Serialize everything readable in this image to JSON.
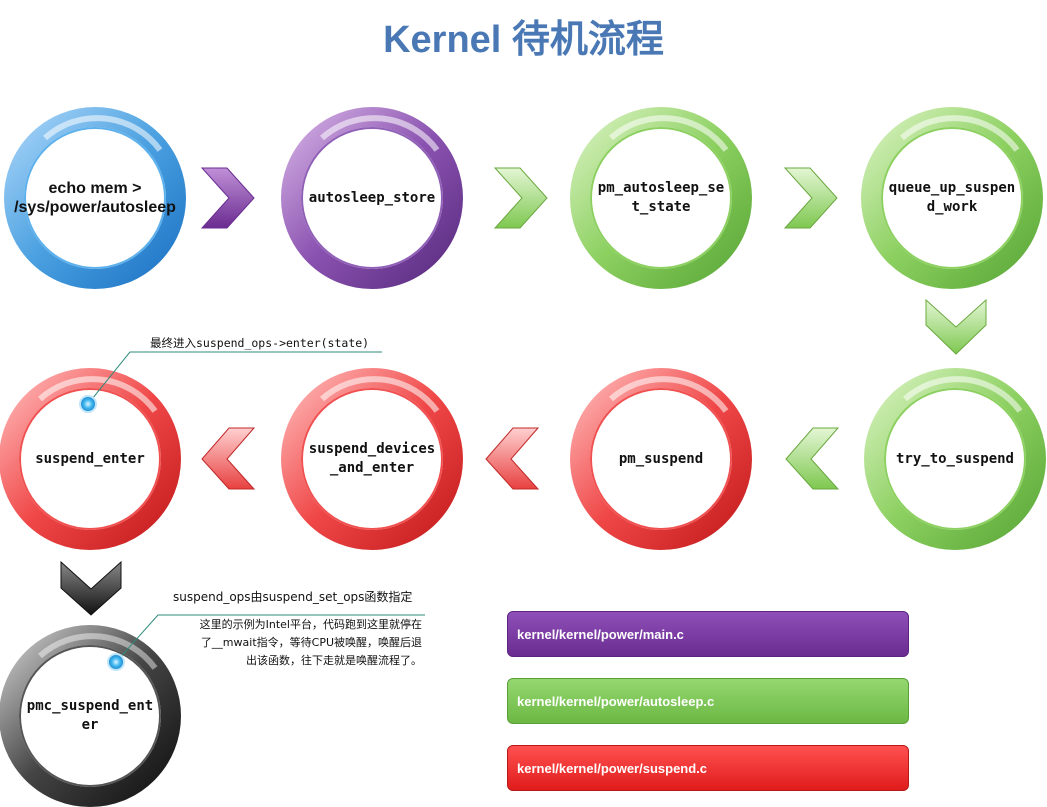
{
  "title": "Kernel 待机流程",
  "nodes": [
    {
      "id": "echo",
      "label": "echo mem > /sys/power/autosleep"
    },
    {
      "id": "autosleep-store",
      "label": "autosleep_store"
    },
    {
      "id": "pm-autosleep-set-state",
      "label": "pm_autosleep_set_state"
    },
    {
      "id": "queue-up-suspend-work",
      "label": "queue_up_suspend_work"
    },
    {
      "id": "try-to-suspend",
      "label": "try_to_suspend"
    },
    {
      "id": "pm-suspend",
      "label": "pm_suspend"
    },
    {
      "id": "suspend-devices-and-enter",
      "label": "suspend_devices_and_enter"
    },
    {
      "id": "suspend-enter",
      "label": "suspend_enter"
    },
    {
      "id": "pmc-suspend-enter",
      "label": "pmc_suspend_enter"
    }
  ],
  "notes": {
    "enter_note": "最终进入suspend_ops->enter(state)",
    "ops_note": "suspend_ops由suspend_set_ops函数指定",
    "intel_line1": "这里的示例为Intel平台，代码跑到这里就停在",
    "intel_line2": "了__mwait指令，等待CPU被唤醒，唤醒后退",
    "intel_line3": "出该函数，往下走就是唤醒流程了。"
  },
  "legend": [
    {
      "label": "kernel/kernel/power/main.c",
      "color": "#7b3fa0"
    },
    {
      "label": "kernel/kernel/power/autosleep.c",
      "color": "#7ec850"
    },
    {
      "label": "kernel/kernel/power/suspend.c",
      "color": "#ee2a2a"
    }
  ],
  "colors": {
    "blue": "#4aa0e0",
    "purple": "#7b3fa0",
    "green": "#7ec850",
    "red": "#ee2a2a",
    "black": "#333333",
    "title": "#4a78b4"
  }
}
